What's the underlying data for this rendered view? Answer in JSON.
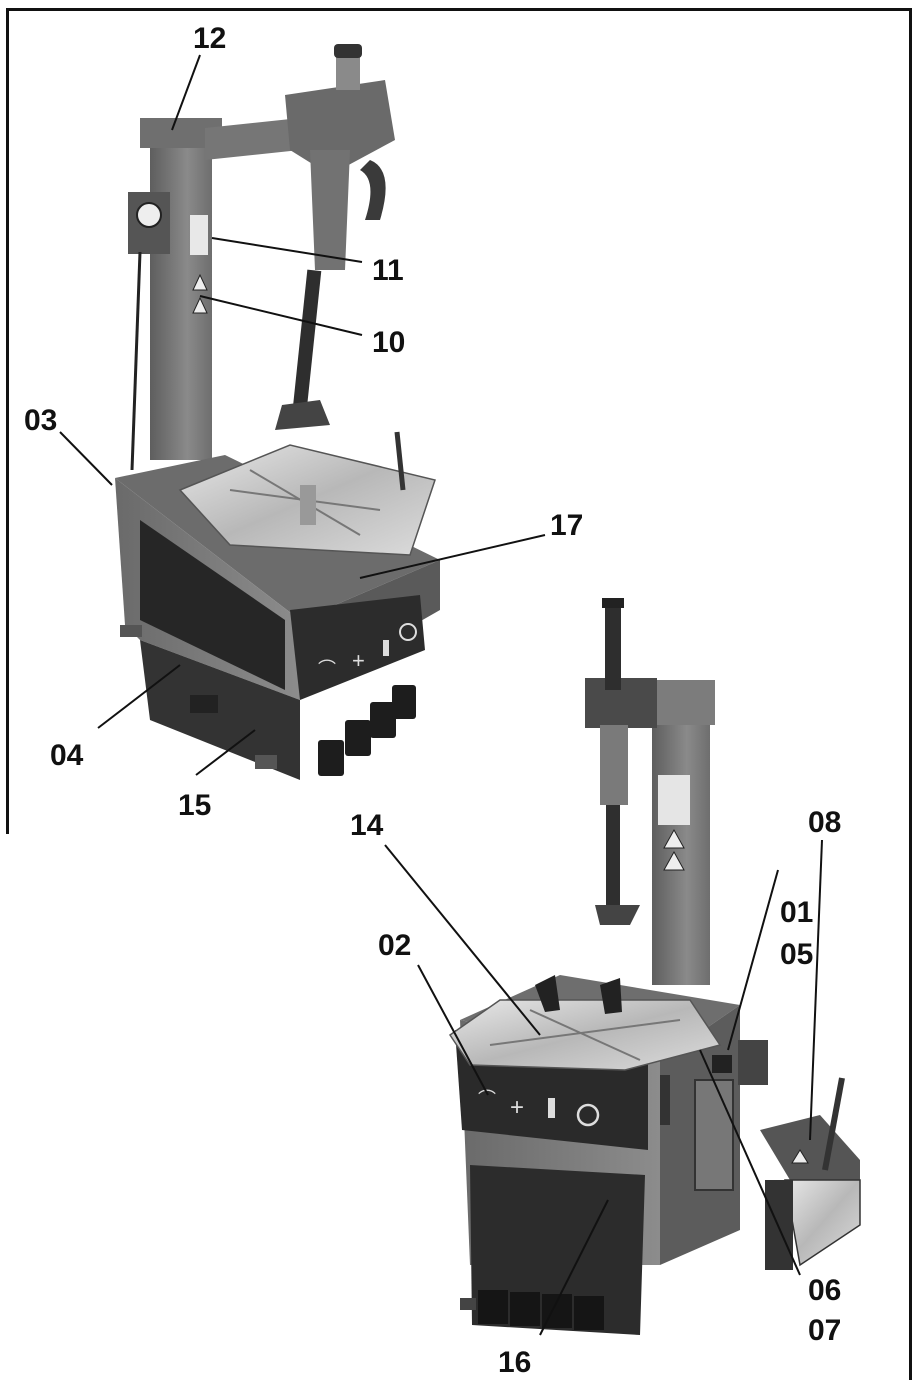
{
  "callouts": {
    "c12": "12",
    "c11": "11",
    "c10": "10",
    "c03": "03",
    "c17": "17",
    "c04": "04",
    "c15": "15",
    "c01": "01",
    "c05": "05",
    "c08": "08",
    "c14": "14",
    "c02": "02",
    "c06": "06",
    "c07": "07",
    "c16": "16"
  },
  "colors": {
    "machine_body": "#7a7a7a",
    "machine_dark": "#2b2b2b",
    "metal": "#c9c9c9",
    "line": "#111111"
  },
  "icons": [
    "bead-breaker-icon",
    "clamp-icon",
    "pedal-icon",
    "rotation-icon"
  ]
}
